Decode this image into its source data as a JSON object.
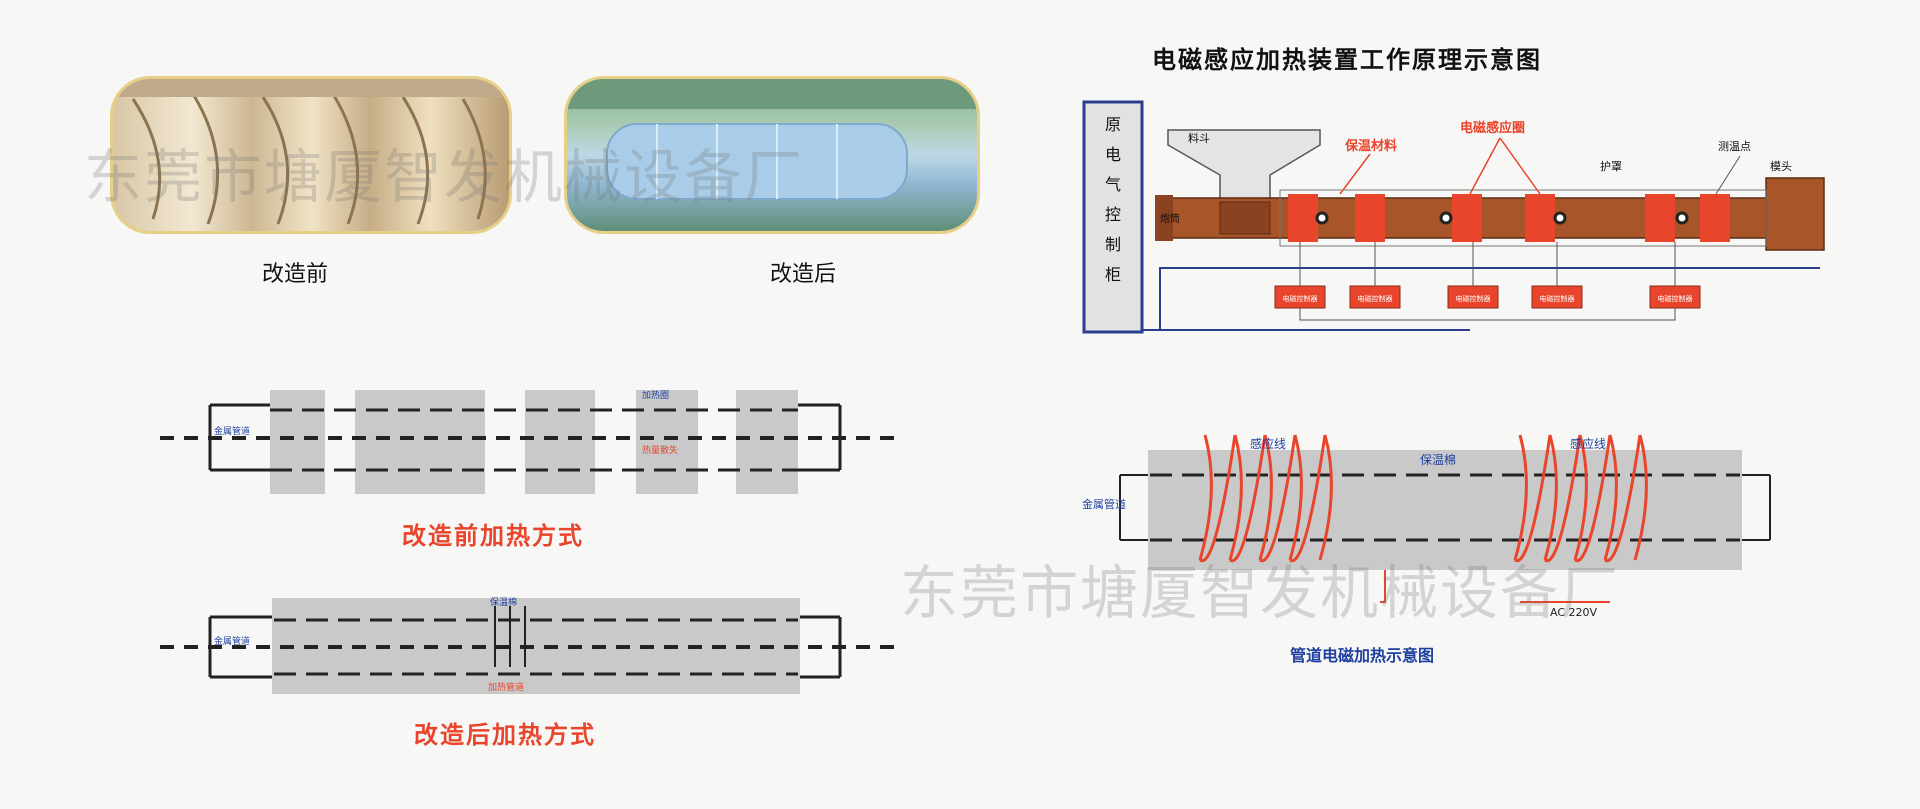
{
  "photos": {
    "before_caption": "改造前",
    "after_caption": "改造后"
  },
  "principle": {
    "title": "电磁感应加热装置工作原理示意图",
    "cabinet_label": "原电气控制柜",
    "hopper_label": "料斗",
    "barrel_label": "炮筒",
    "insulation_label": "保温材料",
    "coil_label": "电磁感应圈",
    "cover_label": "护罩",
    "temp_point_label": "测温点",
    "die_label": "模头",
    "controller_label": "电磁控制器"
  },
  "before_diagram": {
    "title": "改造前加热方式",
    "pipe_label": "金属管道",
    "heating_label": "加热圈",
    "flow_label": "热量散失"
  },
  "after_diagram": {
    "title": "改造后加热方式",
    "pipe_label": "金属管道",
    "insulation_label": "保温棉",
    "flow_label": "加热管道"
  },
  "pipe_diagram": {
    "title": "管道电磁加热示意图",
    "pipe_label": "金属管道",
    "wire_label_left": "感应线",
    "wire_label_right": "感应线",
    "insulation_label": "保温棉",
    "voltage_label": "AC 220V"
  },
  "watermark": {
    "text": "东莞市塘厦智发机械设备厂"
  },
  "colors": {
    "barrel": "#a8552a",
    "coil": "#e8452c",
    "frame_blue": "#2a3d8f",
    "gray_block": "#c9c9c9",
    "red_title": "#e8452c",
    "blue_title": "#1f3fa0"
  }
}
